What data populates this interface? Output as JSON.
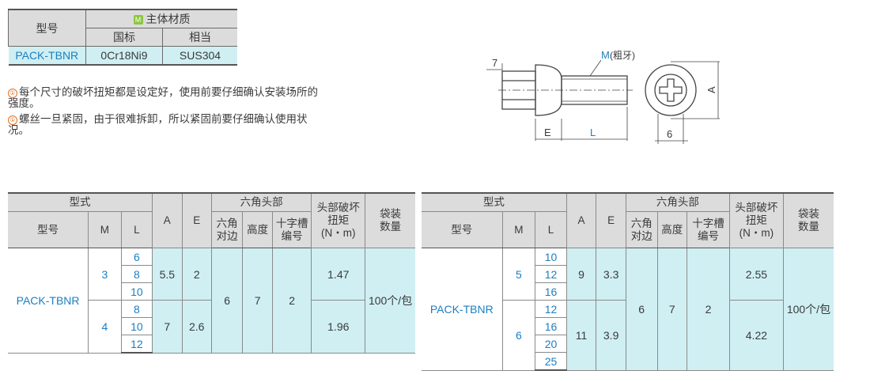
{
  "material_table": {
    "model_header": "型号",
    "material_badge": "M",
    "material_header": "主体材质",
    "gb_header": "国标",
    "equiv_header": "相当",
    "model": "PACK-TBNR",
    "gb_value": "0Cr18Ni9",
    "equiv_value": "SUS304"
  },
  "notes": {
    "mark": "①",
    "note1": "每个尺寸的破坏扭矩都是设定好，使用前要仔细确认安装场所的强度。",
    "note2": "螺丝一旦紧固，由于很难拆卸，所以紧固前要仔细确认使用状况。"
  },
  "drawing": {
    "dim_7": "7",
    "thread_label": "M",
    "thread_note": "(粗牙)",
    "dim_A": "A",
    "dim_E": "E",
    "dim_L": "L",
    "dim_6": "6"
  },
  "headers": {
    "type": "型式",
    "model": "型号",
    "M": "M",
    "L": "L",
    "A": "A",
    "E": "E",
    "hex_head": "六角头部",
    "head_torque_1": "头部破坏",
    "head_torque_2": "扭矩",
    "head_torque_3": "(N・m)",
    "bag_1": "袋装",
    "bag_2": "数量",
    "hex_across_1": "六角",
    "hex_across_2": "对边",
    "height": "高度",
    "cross_1": "十字槽",
    "cross_2": "编号"
  },
  "left_table": {
    "model": "PACK-TBNR",
    "hex_across": "6",
    "height": "7",
    "cross_no": "2",
    "bag": "100个/包",
    "groups": [
      {
        "M": "3",
        "L": [
          "6",
          "8",
          "10"
        ],
        "A": "5.5",
        "E": "2",
        "torque": "1.47"
      },
      {
        "M": "4",
        "L": [
          "8",
          "10",
          "12"
        ],
        "A": "7",
        "E": "2.6",
        "torque": "1.96"
      }
    ]
  },
  "right_table": {
    "model": "PACK-TBNR",
    "hex_across": "6",
    "height": "7",
    "cross_no": "2",
    "bag": "100个/包",
    "groups": [
      {
        "M": "5",
        "L": [
          "10",
          "12",
          "16"
        ],
        "A": "9",
        "E": "3.3",
        "torque": "2.55"
      },
      {
        "M": "6",
        "L": [
          "12",
          "16",
          "20",
          "25"
        ],
        "A": "11",
        "E": "3.9",
        "torque": "4.22"
      }
    ]
  },
  "colors": {
    "header_bg": "#dcdcdc",
    "body_bg": "#cfeff3",
    "accent_blue": "#1b7fc0",
    "badge_green": "#8cc63f",
    "note_orange": "#e07020"
  }
}
